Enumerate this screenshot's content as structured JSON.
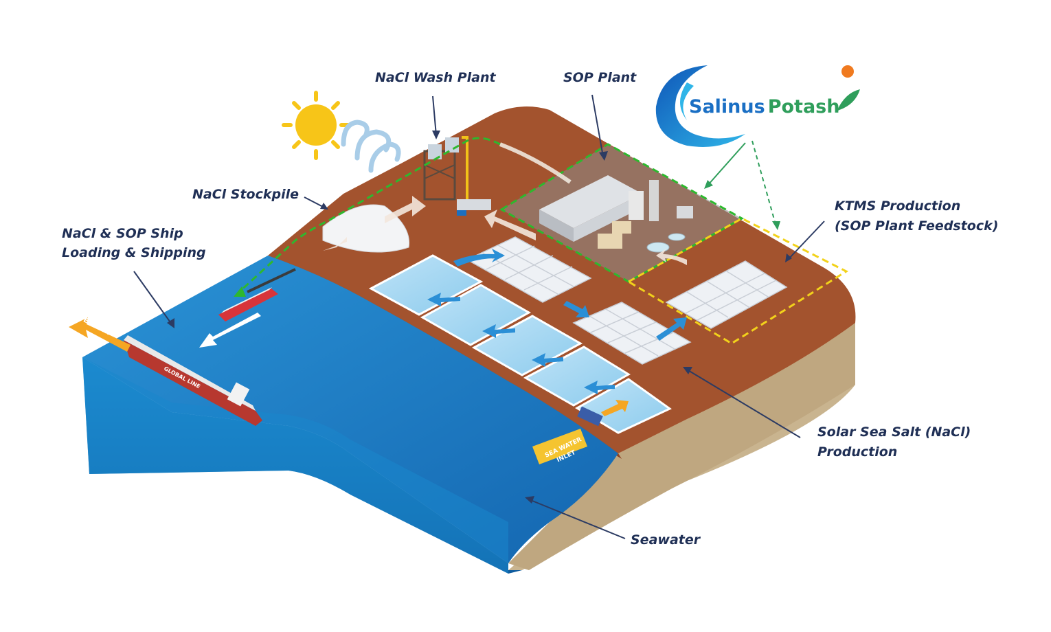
{
  "labels": {
    "nacl_wash_plant": "NaCl Wash Plant",
    "sop_plant": "SOP Plant",
    "nacl_stockpile": "NaCl Stockpile",
    "ship_loading_line1": "NaCl & SOP Ship",
    "ship_loading_line2": "Loading & Shipping",
    "ktms_line1": "KTMS Production",
    "ktms_line2": "(SOP Plant Feedstock)",
    "solar_salt_line1": "Solar Sea Salt (NaCl)",
    "solar_salt_line2": "Production",
    "seawater": "Seawater"
  },
  "logo": {
    "word1": "Salinus",
    "word2": "Potash"
  },
  "signs": {
    "export": "EXPORT",
    "inlet_line1": "SEA WATER",
    "inlet_line2": "INLET",
    "ship_name": "GLOBAL LINE"
  },
  "colors": {
    "label_text": "#1f2f55",
    "land_brown": "#a3532e",
    "sea_blue": "#1b7fc4",
    "sand": "#c9b48f",
    "sop_boundary": "#2eb82e",
    "ktms_boundary": "#f2d21b",
    "logo_blue": "#1a6fc4",
    "logo_green": "#2f9e5b",
    "sun": "#f7c518",
    "export_arrow": "#f5a623"
  }
}
